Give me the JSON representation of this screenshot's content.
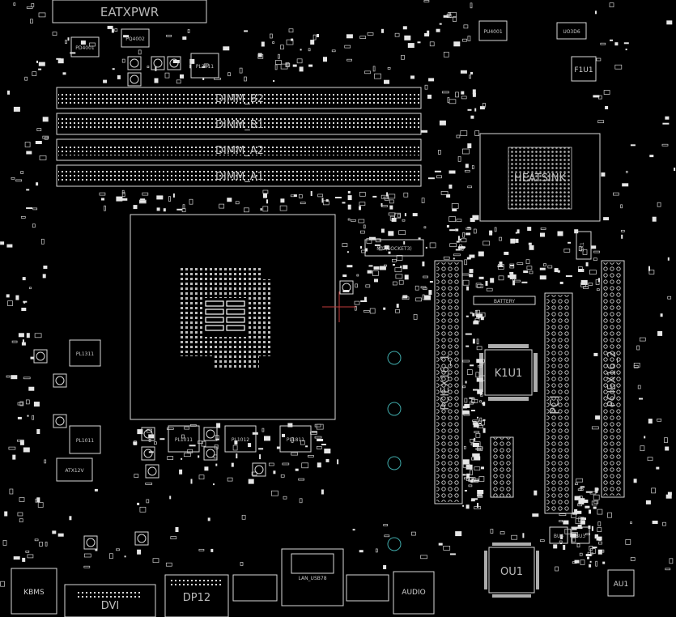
{
  "labels": {
    "eatxpwr": "EATXPWR",
    "dimm_b2": "DIMM_B2",
    "dimm_b1": "DIMM_B1",
    "dimm_a2": "DIMM_A2",
    "dimm_a1": "DIMM_A1",
    "heatsink": "HEATSINK",
    "m2_socket3": "M.2(SOCKET3)",
    "battery": "BATTERY",
    "k1u1": "K1U1",
    "pciex16_1": "PCIEX16_1",
    "pci": "PCI",
    "pciex16_2": "PCIEX16_2",
    "ou1": "OU1",
    "au1": "AU1",
    "bu4": "BU4",
    "bu3": "BU3",
    "f1u1": "F1U1",
    "uo3d6": "UO3D6",
    "pu4001": "PU4001",
    "pd4001": "PD4001",
    "pq4002": "PQ4002",
    "pl2011": "PL2011",
    "pl1311": "PL1311",
    "pl1011": "PL1011",
    "pl1012": "PL1012",
    "pl1811": "PL1811",
    "atx12v": "ATX12V",
    "kbms": "KBMS",
    "dvi": "DVI",
    "dp12": "DP12",
    "lan_usb78": "LAN_USB78",
    "audio": "AUDIO",
    "sx1": "SX1"
  },
  "colors": {
    "background": "#000000",
    "outline": "#d8d8d8",
    "pad": "#ffffff",
    "teal_ring": "#3fa9a9",
    "cursor": "#c23b3b"
  }
}
